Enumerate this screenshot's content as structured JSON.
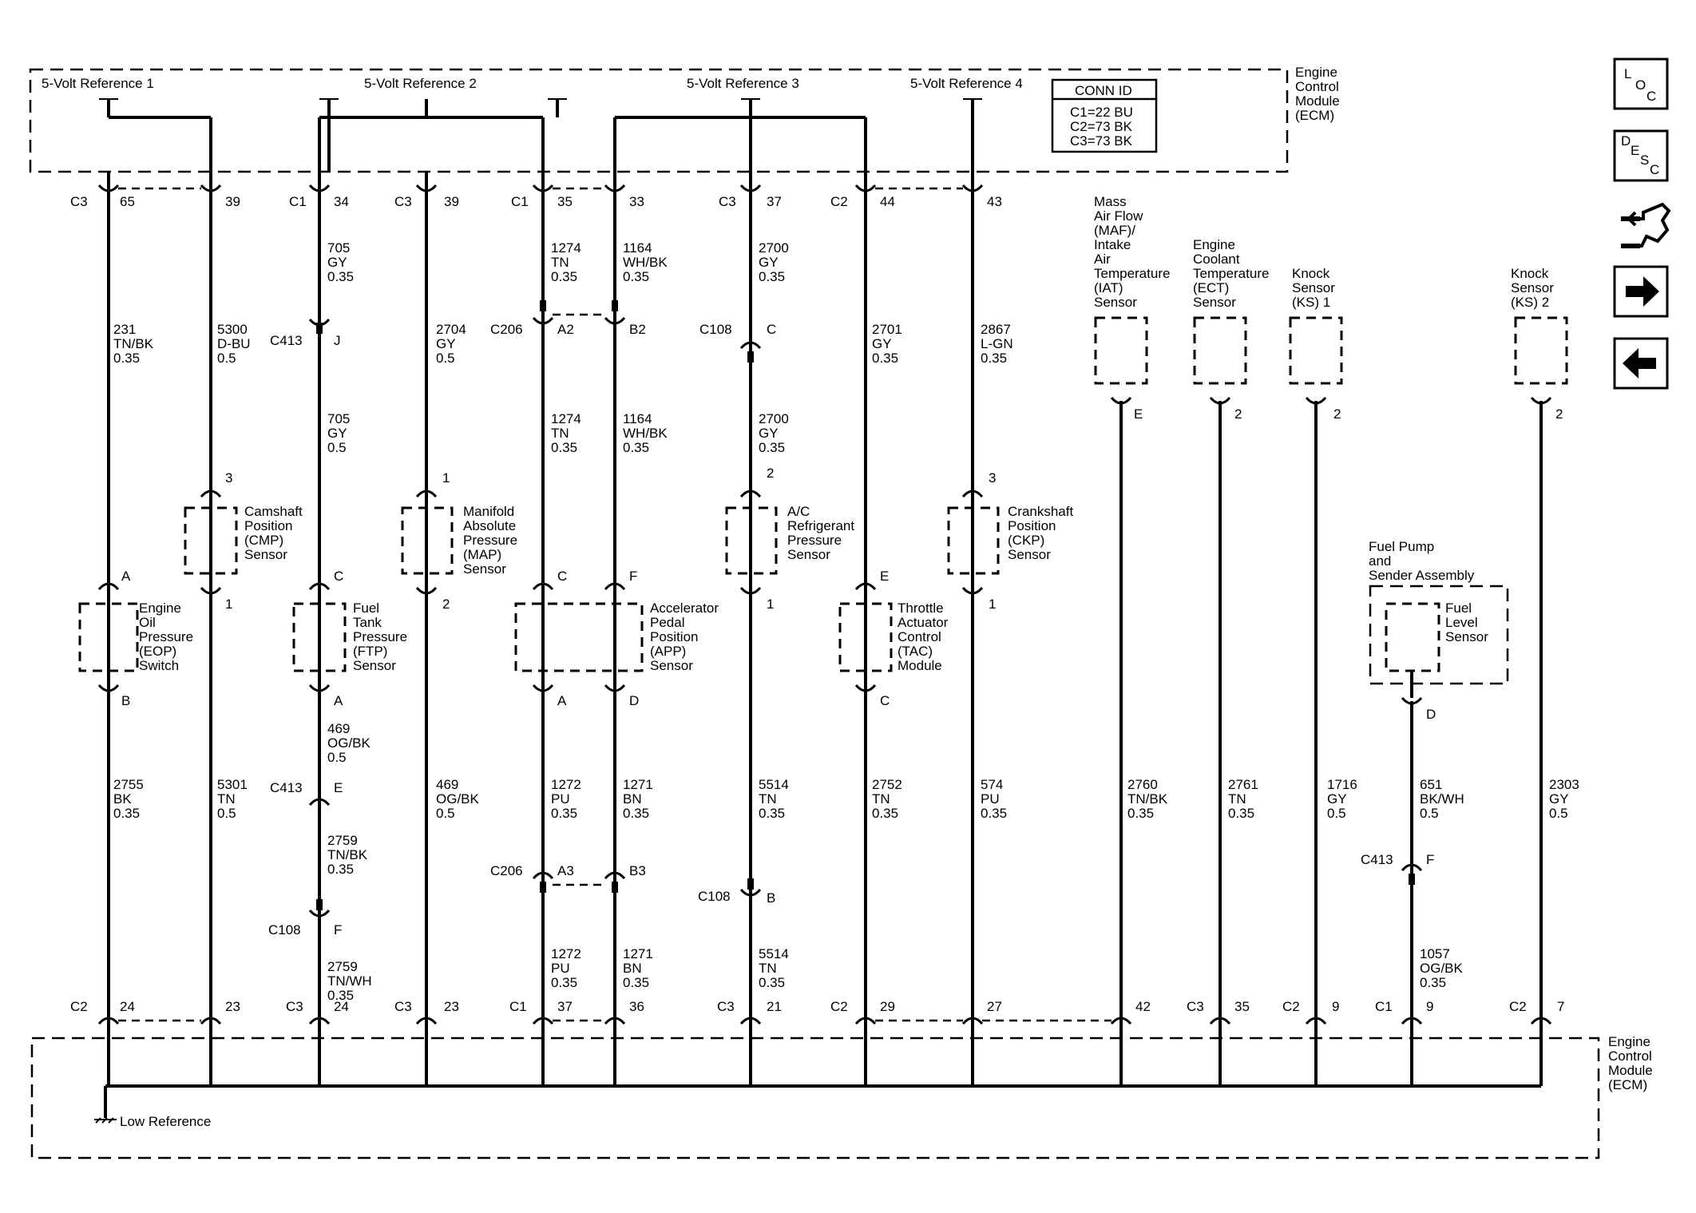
{
  "ecm_top": [
    "Engine",
    "Control",
    "Module",
    "(ECM)"
  ],
  "ecm_bottom": [
    "Engine",
    "Control",
    "Module",
    "(ECM)"
  ],
  "refs": [
    "5-Volt Reference 1",
    "5-Volt Reference 2",
    "5-Volt Reference 3",
    "5-Volt Reference 4"
  ],
  "conn_id": {
    "title": "CONN ID",
    "lines": [
      "C1=22 BU",
      "C2=73 BK",
      "C3=73 BK"
    ]
  },
  "low_reference": "Low Reference",
  "nav": {
    "loc": [
      "L",
      "O",
      "C"
    ],
    "desc": [
      "D",
      "E",
      "S",
      "C"
    ]
  },
  "columns": [
    {
      "top_conn": "C3",
      "top_pin": "65",
      "w1": [
        "231",
        "TN/BK",
        "0.35"
      ],
      "device_pin_top": "A",
      "device": [
        "Engine",
        "Oil",
        "Pressure",
        "(EOP)",
        "Switch"
      ],
      "device_pin_bottom": "B",
      "w2": [
        "2755",
        "BK",
        "0.35"
      ],
      "bot_conn": "C2",
      "bot_pin": "24"
    },
    {
      "top_pin": "39",
      "w1": [
        "5300",
        "D-BU",
        "0.5"
      ],
      "device_pin_top": "3",
      "device": [
        "Camshaft",
        "Position",
        "(CMP)",
        "Sensor"
      ],
      "device_pin_bottom": "1",
      "w2": [
        "5301",
        "TN",
        "0.5"
      ],
      "bot_pin": "23"
    },
    {
      "top_conn": "C1",
      "top_pin": "34",
      "w1": [
        "705",
        "GY",
        "0.35"
      ],
      "inline1": {
        "conn": "C413",
        "pin": "J"
      },
      "w1b": [
        "705",
        "GY",
        "0.5"
      ],
      "device_pin_top": "C",
      "device": [
        "Fuel",
        "Tank",
        "Pressure",
        "(FTP)",
        "Sensor"
      ],
      "device_pin_bottom": "A",
      "w2": [
        "469",
        "OG/BK",
        "0.5"
      ],
      "inline2": {
        "conn": "C413",
        "pin": "E"
      },
      "w2b": [
        "2759",
        "TN/BK",
        "0.35"
      ],
      "inline3": {
        "conn": "C108",
        "pin": "F"
      },
      "w2c": [
        "2759",
        "TN/WH",
        "0.35"
      ],
      "bot_conn": "C3",
      "bot_pin": "24"
    },
    {
      "top_conn": "C3",
      "top_pin": "39",
      "w1": [
        "2704",
        "GY",
        "0.5"
      ],
      "device_pin_top": "1",
      "device": [
        "Manifold",
        "Absolute",
        "Pressure",
        "(MAP)",
        "Sensor"
      ],
      "device_pin_bottom": "2",
      "w2": [
        "469",
        "OG/BK",
        "0.5"
      ],
      "bot_conn": "C3",
      "bot_pin": "23"
    },
    {
      "top_conn": "C1",
      "top_pin": "35",
      "w1": [
        "1274",
        "TN",
        "0.35"
      ],
      "inline1": {
        "conn": "C206",
        "pin": "A2"
      },
      "w1b": [
        "1274",
        "TN",
        "0.35"
      ],
      "device_pin_top": "C",
      "device_pin_bottom": "A",
      "w2": [
        "1272",
        "PU",
        "0.35"
      ],
      "inline2": {
        "conn": "C206",
        "pin": "A3"
      },
      "w2b": [
        "1272",
        "PU",
        "0.35"
      ],
      "bot_conn": "C1",
      "bot_pin": "37"
    },
    {
      "top_pin": "33",
      "w1": [
        "1164",
        "WH/BK",
        "0.35"
      ],
      "inline1": {
        "pin": "B2"
      },
      "w1b": [
        "1164",
        "WH/BK",
        "0.35"
      ],
      "device_pin_top": "F",
      "device": [
        "Accelerator",
        "Pedal",
        "Position",
        "(APP)",
        "Sensor"
      ],
      "device_pin_bottom": "D",
      "w2": [
        "1271",
        "BN",
        "0.35"
      ],
      "inline2": {
        "pin": "B3"
      },
      "w2b": [
        "1271",
        "BN",
        "0.35"
      ],
      "bot_pin": "36"
    },
    {
      "top_conn": "C3",
      "top_pin": "37",
      "w1": [
        "2700",
        "GY",
        "0.35"
      ],
      "inline1": {
        "conn": "C108",
        "pin": "C"
      },
      "w1b": [
        "2700",
        "GY",
        "0.35"
      ],
      "device_pin_top": "2",
      "device": [
        "A/C",
        "Refrigerant",
        "Pressure",
        "Sensor"
      ],
      "device_pin_bottom": "1",
      "w2": [
        "5514",
        "TN",
        "0.35"
      ],
      "inline2": {
        "conn": "C108",
        "pin": "B"
      },
      "w2b": [
        "5514",
        "TN",
        "0.35"
      ],
      "bot_conn": "C3",
      "bot_pin": "21"
    },
    {
      "top_conn": "C2",
      "top_pin": "44",
      "w1": [
        "2701",
        "GY",
        "0.35"
      ],
      "device_pin_top": "E",
      "device": [
        "Throttle",
        "Actuator",
        "Control",
        "(TAC)",
        "Module"
      ],
      "device_pin_bottom": "C",
      "w2": [
        "2752",
        "TN",
        "0.35"
      ],
      "bot_conn": "C2",
      "bot_pin": "29"
    },
    {
      "top_pin": "43",
      "w1": [
        "2867",
        "L-GN",
        "0.35"
      ],
      "device_pin_top": "3",
      "device": [
        "Crankshaft",
        "Position",
        "(CKP)",
        "Sensor"
      ],
      "device_pin_bottom": "1",
      "w2": [
        "574",
        "PU",
        "0.35"
      ],
      "bot_pin": "27"
    },
    {
      "device": [
        "Mass",
        "Air Flow",
        "(MAF)/",
        "Intake",
        "Air",
        "Temperature",
        "(IAT)",
        "Sensor"
      ],
      "device_pin_bottom": "E",
      "w2": [
        "2760",
        "TN/BK",
        "0.35"
      ],
      "bot_pin": "42"
    },
    {
      "device": [
        "Engine",
        "Coolant",
        "Temperature",
        "(ECT)",
        "Sensor"
      ],
      "device_pin_bottom": "2",
      "w2": [
        "2761",
        "TN",
        "0.35"
      ],
      "bot_conn": "C3",
      "bot_pin": "35"
    },
    {
      "device": [
        "Knock",
        "Sensor",
        "(KS) 1"
      ],
      "device_pin_bottom": "2",
      "w2": [
        "1716",
        "GY",
        "0.5"
      ],
      "bot_conn": "C2",
      "bot_pin": "9"
    },
    {
      "device": [
        "Fuel Pump",
        "and",
        "Sender Assembly"
      ],
      "inner": [
        "Fuel",
        "Level",
        "Sensor"
      ],
      "device_pin_bottom": "D",
      "w2": [
        "651",
        "BK/WH",
        "0.5"
      ],
      "inline2": {
        "conn": "C413",
        "pin": "F"
      },
      "w2b": [
        "1057",
        "OG/BK",
        "0.35"
      ],
      "bot_conn": "C1",
      "bot_pin": "9"
    },
    {
      "device": [
        "Knock",
        "Sensor",
        "(KS) 2"
      ],
      "device_pin_bottom": "2",
      "w2": [
        "2303",
        "GY",
        "0.5"
      ],
      "bot_conn": "C2",
      "bot_pin": "7"
    }
  ]
}
